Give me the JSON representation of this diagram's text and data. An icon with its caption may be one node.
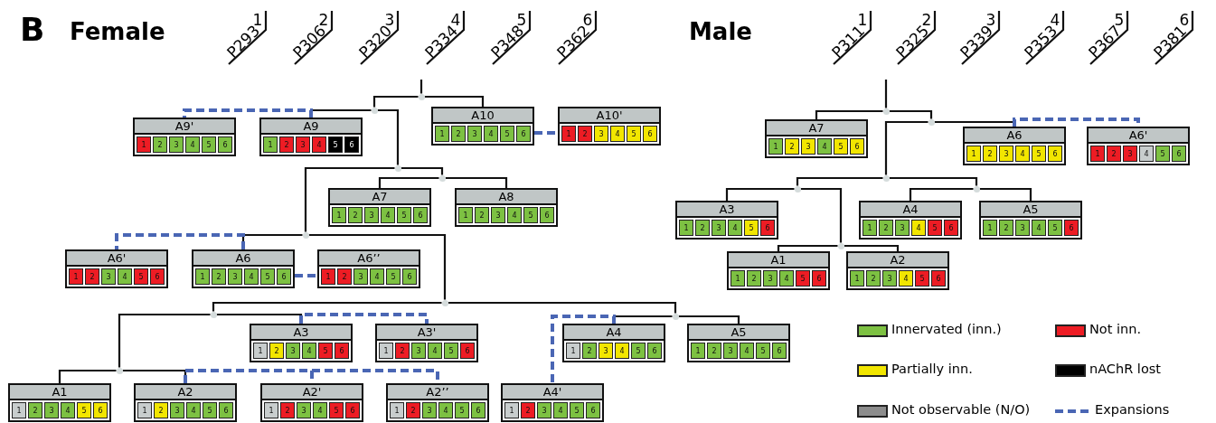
{
  "diagram": {
    "nodes": [
      {
        "text": [],
        "shape": "circle"
      },
      {
        "text": [],
        "shape": "circle"
      },
      {
        "text": [
          "A9'"
        ]
      },
      {
        "text": [
          "1"
        ],
        "in": 2
      },
      {
        "text": [
          "2"
        ],
        "in": 2
      },
      {
        "text": [
          "3"
        ],
        "in": 2
      },
      {
        "text": [
          "4"
        ],
        "in": 2
      },
      {
        "text": [
          "5"
        ],
        "in": 2
      },
      {
        "text": [
          "6"
        ],
        "in": 2
      },
      {
        "text": [
          "A9"
        ]
      },
      {
        "text": [
          "1"
        ],
        "in": 9
      },
      {
        "text": [
          "2"
        ],
        "in": 9
      },
      {
        "text": [
          "3"
        ],
        "in": 9
      },
      {
        "text": [
          "4"
        ],
        "in": 9
      },
      {
        "text": [
          "5"
        ],
        "in": 9
      },
      {
        "text": [
          "6"
        ],
        "in": 9
      },
      {
        "text": [
          "A10"
        ]
      },
      {
        "text": [
          "1"
        ],
        "in": 16
      },
      {
        "text": [
          "2"
        ],
        "in": 16
      },
      {
        "text": [
          "3"
        ],
        "in": 16
      },
      {
        "text": [
          "4"
        ],
        "in": 16
      },
      {
        "text": [
          "5"
        ],
        "in": 16
      },
      {
        "text": [
          "6"
        ],
        "in": 16
      },
      {
        "text": [
          "A10'"
        ]
      },
      {
        "text": [
          "1"
        ],
        "in": 23
      },
      {
        "text": [
          "2"
        ],
        "in": 23
      },
      {
        "text": [
          "3"
        ],
        "in": 23
      },
      {
        "text": [
          "4"
        ],
        "in": 23
      },
      {
        "text": [
          "5"
        ],
        "in": 23
      },
      {
        "text": [
          "6"
        ],
        "in": 23
      },
      {
        "text": [],
        "shape": "circle"
      },
      {
        "text": [],
        "shape": "circle"
      },
      {
        "text": [
          "A7"
        ]
      },
      {
        "text": [
          "1"
        ],
        "in": 32
      },
      {
        "text": [
          "2"
        ],
        "in": 32
      },
      {
        "text": [
          "3"
        ],
        "in": 32
      },
      {
        "text": [
          "4"
        ],
        "in": 32
      },
      {
        "text": [
          "5"
        ],
        "in": 32
      },
      {
        "text": [
          "6"
        ],
        "in": 32
      },
      {
        "text": [
          "A8"
        ]
      },
      {
        "text": [
          "1"
        ],
        "in": 39
      },
      {
        "text": [
          "2"
        ],
        "in": 39
      },
      {
        "text": [
          "3"
        ],
        "in": 39
      },
      {
        "text": [
          "4"
        ],
        "in": 39
      },
      {
        "text": [
          "5"
        ],
        "in": 39
      },
      {
        "text": [
          "6"
        ],
        "in": 39
      },
      {
        "text": [],
        "shape": "circle"
      },
      {
        "text": [
          "A6'"
        ]
      },
      {
        "text": [
          "1"
        ],
        "in": 47
      },
      {
        "text": [
          "2"
        ],
        "in": 47
      },
      {
        "text": [
          "3"
        ],
        "in": 47
      },
      {
        "text": [
          "4"
        ],
        "in": 47
      },
      {
        "text": [
          "5"
        ],
        "in": 47
      },
      {
        "text": [
          "6"
        ],
        "in": 47
      },
      {
        "text": [
          "A6"
        ]
      },
      {
        "text": [
          "1"
        ],
        "in": 54
      },
      {
        "text": [
          "2"
        ],
        "in": 54
      },
      {
        "text": [
          "3"
        ],
        "in": 54
      },
      {
        "text": [
          "4"
        ],
        "in": 54
      },
      {
        "text": [
          "5"
        ],
        "in": 54
      },
      {
        "text": [
          "6"
        ],
        "in": 54
      },
      {
        "text": [
          "A6’’"
        ]
      },
      {
        "text": [
          "1"
        ],
        "in": 61
      },
      {
        "text": [
          "2"
        ],
        "in": 61
      },
      {
        "text": [
          "3"
        ],
        "in": 61
      },
      {
        "text": [
          "4"
        ],
        "in": 61
      },
      {
        "text": [
          "5"
        ],
        "in": 61
      },
      {
        "text": [
          "6"
        ],
        "in": 61
      },
      {
        "text": [],
        "shape": "circle"
      },
      {
        "text": [],
        "shape": "circle"
      },
      {
        "text": [],
        "shape": "circle"
      },
      {
        "text": [
          "A3"
        ]
      },
      {
        "text": [
          "1"
        ],
        "in": 71
      },
      {
        "text": [
          "2"
        ],
        "in": 71
      },
      {
        "text": [
          "3"
        ],
        "in": 71
      },
      {
        "text": [
          "4"
        ],
        "in": 71
      },
      {
        "text": [
          "5"
        ],
        "in": 71
      },
      {
        "text": [
          "6"
        ],
        "in": 71
      },
      {
        "text": [
          "A3'"
        ]
      },
      {
        "text": [
          "1"
        ],
        "in": 78
      },
      {
        "text": [
          "2"
        ],
        "in": 78
      },
      {
        "text": [
          "3"
        ],
        "in": 78
      },
      {
        "text": [
          "4"
        ],
        "in": 78
      },
      {
        "text": [
          "5"
        ],
        "in": 78
      },
      {
        "text": [
          "6"
        ],
        "in": 78
      },
      {
        "text": [
          "A4"
        ]
      },
      {
        "text": [
          "1"
        ],
        "in": 85
      },
      {
        "text": [
          "2"
        ],
        "in": 85
      },
      {
        "text": [
          "3"
        ],
        "in": 85
      },
      {
        "text": [
          "4"
        ],
        "in": 85
      },
      {
        "text": [
          "5"
        ],
        "in": 85
      },
      {
        "text": [
          "6"
        ],
        "in": 85
      },
      {
        "text": [
          "A5"
        ]
      },
      {
        "text": [
          "1"
        ],
        "in": 92
      },
      {
        "text": [
          "2"
        ],
        "in": 92
      },
      {
        "text": [
          "3"
        ],
        "in": 92
      },
      {
        "text": [
          "4"
        ],
        "in": 92
      },
      {
        "text": [
          "5"
        ],
        "in": 92
      },
      {
        "text": [
          "6"
        ],
        "in": 92
      },
      {
        "text": [],
        "shape": "circle"
      },
      {
        "text": [
          "A1"
        ]
      },
      {
        "text": [
          "1"
        ],
        "in": 100
      },
      {
        "text": [
          "2"
        ],
        "in": 100
      },
      {
        "text": [
          "3"
        ],
        "in": 100
      },
      {
        "text": [
          "4"
        ],
        "in": 100
      },
      {
        "text": [
          "5"
        ],
        "in": 100
      },
      {
        "text": [
          "6"
        ],
        "in": 100
      },
      {
        "text": [
          "A2"
        ]
      },
      {
        "text": [
          "1"
        ],
        "in": 107
      },
      {
        "text": [
          "2"
        ],
        "in": 107
      },
      {
        "text": [
          "3"
        ],
        "in": 107
      },
      {
        "text": [
          "4"
        ],
        "in": 107
      },
      {
        "text": [
          "5"
        ],
        "in": 107
      },
      {
        "text": [
          "6"
        ],
        "in": 107
      },
      {
        "text": [
          "A2'"
        ]
      },
      {
        "text": [
          "1"
        ],
        "in": 114
      },
      {
        "text": [
          "2"
        ],
        "in": 114
      },
      {
        "text": [
          "3"
        ],
        "in": 114
      },
      {
        "text": [
          "4"
        ],
        "in": 114
      },
      {
        "text": [
          "5"
        ],
        "in": 114
      },
      {
        "text": [
          "6"
        ],
        "in": 114
      },
      {
        "text": [
          "A2’’"
        ]
      },
      {
        "text": [
          "1"
        ],
        "in": 121
      },
      {
        "text": [
          "2"
        ],
        "in": 121
      },
      {
        "text": [
          "3"
        ],
        "in": 121
      },
      {
        "text": [
          "4"
        ],
        "in": 121
      },
      {
        "text": [
          "5"
        ],
        "in": 121
      },
      {
        "text": [
          "6"
        ],
        "in": 121
      },
      {
        "text": [
          "A4'"
        ]
      },
      {
        "text": [
          "1"
        ],
        "in": 128
      },
      {
        "text": [
          "2"
        ],
        "in": 128
      },
      {
        "text": [
          "3"
        ],
        "in": 128
      },
      {
        "text": [
          "4"
        ],
        "in": 128
      },
      {
        "text": [
          "5"
        ],
        "in": 128
      },
      {
        "text": [
          "6"
        ],
        "in": 128
      },
      {
        "text": [],
        "shape": "circle"
      },
      {
        "text": [],
        "shape": "circle"
      },
      {
        "text": [
          "A7"
        ]
      },
      {
        "text": [
          "1"
        ],
        "in": 137
      },
      {
        "text": [
          "2"
        ],
        "in": 137
      },
      {
        "text": [
          "3"
        ],
        "in": 137
      },
      {
        "text": [
          "4"
        ],
        "in": 137
      },
      {
        "text": [
          "5"
        ],
        "in": 137
      },
      {
        "text": [
          "6"
        ],
        "in": 137
      },
      {
        "text": [
          "A6"
        ]
      },
      {
        "text": [
          "1"
        ],
        "in": 144
      },
      {
        "text": [
          "2"
        ],
        "in": 144
      },
      {
        "text": [
          "3"
        ],
        "in": 144
      },
      {
        "text": [
          "4"
        ],
        "in": 144
      },
      {
        "text": [
          "5"
        ],
        "in": 144
      },
      {
        "text": [
          "6"
        ],
        "in": 144
      },
      {
        "text": [
          "A6'"
        ]
      },
      {
        "text": [
          "1"
        ],
        "in": 151
      },
      {
        "text": [
          "2"
        ],
        "in": 151
      },
      {
        "text": [
          "3"
        ],
        "in": 151
      },
      {
        "text": [
          "4"
        ],
        "in": 151
      },
      {
        "text": [
          "5"
        ],
        "in": 151
      },
      {
        "text": [
          "6"
        ],
        "in": 151
      },
      {
        "text": [],
        "shape": "circle"
      },
      {
        "text": [],
        "shape": "circle"
      },
      {
        "text": [],
        "shape": "circle"
      },
      {
        "text": [
          "A3"
        ]
      },
      {
        "text": [
          "1"
        ],
        "in": 161
      },
      {
        "text": [
          "2"
        ],
        "in": 161
      },
      {
        "text": [
          "3"
        ],
        "in": 161
      },
      {
        "text": [
          "4"
        ],
        "in": 161
      },
      {
        "text": [
          "5"
        ],
        "in": 161
      },
      {
        "text": [
          "6"
        ],
        "in": 161
      },
      {
        "text": [
          "A4"
        ]
      },
      {
        "text": [
          "1"
        ],
        "in": 168
      },
      {
        "text": [
          "2"
        ],
        "in": 168
      },
      {
        "text": [
          "3"
        ],
        "in": 168
      },
      {
        "text": [
          "4"
        ],
        "in": 168
      },
      {
        "text": [
          "5"
        ],
        "in": 168
      },
      {
        "text": [
          "6"
        ],
        "in": 168
      },
      {
        "text": [
          "A5"
        ]
      },
      {
        "text": [
          "1"
        ],
        "in": 175
      },
      {
        "text": [
          "2"
        ],
        "in": 175
      },
      {
        "text": [
          "3"
        ],
        "in": 175
      },
      {
        "text": [
          "4"
        ],
        "in": 175
      },
      {
        "text": [
          "5"
        ],
        "in": 175
      },
      {
        "text": [
          "6"
        ],
        "in": 175
      },
      {
        "text": [],
        "shape": "circle"
      },
      {
        "text": [
          "A1"
        ]
      },
      {
        "text": [
          "1"
        ],
        "in": 183
      },
      {
        "text": [
          "2"
        ],
        "in": 183
      },
      {
        "text": [
          "3"
        ],
        "in": 183
      },
      {
        "text": [
          "4"
        ],
        "in": 183
      },
      {
        "text": [
          "5"
        ],
        "in": 183
      },
      {
        "text": [
          "6"
        ],
        "in": 183
      },
      {
        "text": [
          "A2"
        ]
      },
      {
        "text": [
          "1"
        ],
        "in": 190
      },
      {
        "text": [
          "2"
        ],
        "in": 190
      },
      {
        "text": [
          "3"
        ],
        "in": 190
      },
      {
        "text": [
          "4"
        ],
        "in": 190
      },
      {
        "text": [
          "5"
        ],
        "in": 190
      },
      {
        "text": [
          "6"
        ],
        "in": 190
      }
    ],
    "edges": [
      {
        "from": null,
        "to": 0,
        "arrow": "none"
      },
      {
        "from": 0,
        "to": 1,
        "arrow": "none"
      },
      {
        "from": 0,
        "to": 16,
        "arrow": "none"
      },
      {
        "from": 1,
        "to": 9,
        "arrow": "none"
      },
      {
        "from": 1,
        "to": 30,
        "arrow": "none"
      },
      {
        "from": 9,
        "to": 2,
        "arrow": "none",
        "style": "dashed",
        "color": "#4a66b4"
      },
      {
        "from": 16,
        "to": 23,
        "arrow": "none",
        "style": "dashed",
        "color": "#4a66b4"
      },
      {
        "from": 30,
        "to": 46,
        "arrow": "none"
      },
      {
        "from": 30,
        "to": 31,
        "arrow": "none"
      },
      {
        "from": 31,
        "to": 32,
        "arrow": "none"
      },
      {
        "from": 31,
        "to": 39,
        "arrow": "none"
      },
      {
        "from": 46,
        "to": 54,
        "arrow": "none"
      },
      {
        "from": 46,
        "to": 68,
        "arrow": "none"
      },
      {
        "from": 54,
        "to": 47,
        "arrow": "none",
        "style": "dashed",
        "color": "#4a66b4"
      },
      {
        "from": 54,
        "to": 61,
        "arrow": "none",
        "style": "dashed",
        "color": "#4a66b4"
      },
      {
        "from": 68,
        "to": 69,
        "arrow": "none"
      },
      {
        "from": 68,
        "to": 70,
        "arrow": "none"
      },
      {
        "from": 69,
        "to": 99,
        "arrow": "none"
      },
      {
        "from": 69,
        "to": 71,
        "arrow": "none"
      },
      {
        "from": 70,
        "to": 85,
        "arrow": "none"
      },
      {
        "from": 70,
        "to": 92,
        "arrow": "none"
      },
      {
        "from": 71,
        "to": 78,
        "arrow": "none",
        "style": "dashed",
        "color": "#4a66b4"
      },
      {
        "from": 85,
        "to": 128,
        "arrow": "none",
        "style": "dashed",
        "color": "#4a66b4"
      },
      {
        "from": 99,
        "to": 100,
        "arrow": "none"
      },
      {
        "from": 99,
        "to": 107,
        "arrow": "none"
      },
      {
        "from": 107,
        "to": 114,
        "arrow": "none",
        "style": "dashed",
        "color": "#4a66b4"
      },
      {
        "from": 107,
        "to": 121,
        "arrow": "none",
        "style": "dashed",
        "color": "#4a66b4"
      },
      {
        "from": null,
        "to": 135,
        "arrow": "none"
      },
      {
        "from": 135,
        "to": 137,
        "arrow": "none"
      },
      {
        "from": 135,
        "to": 136,
        "arrow": "none"
      },
      {
        "from": 136,
        "to": 144,
        "arrow": "none"
      },
      {
        "from": 136,
        "to": 158,
        "arrow": "none"
      },
      {
        "from": 144,
        "to": 151,
        "arrow": "none",
        "style": "dashed",
        "color": "#4a66b4"
      },
      {
        "from": 158,
        "to": 159,
        "arrow": "none"
      },
      {
        "from": 158,
        "to": 160,
        "arrow": "none"
      },
      {
        "from": 159,
        "to": 161,
        "arrow": "none"
      },
      {
        "from": 159,
        "to": 182,
        "arrow": "none"
      },
      {
        "from": 160,
        "to": 168,
        "arrow": "none"
      },
      {
        "from": 160,
        "to": 175,
        "arrow": "none"
      },
      {
        "from": 182,
        "to": 183,
        "arrow": "none"
      },
      {
        "from": 182,
        "to": 190,
        "arrow": "none"
      }
    ],
    "labels": [
      "B",
      "Female",
      "P293",
      "1",
      "P306",
      "2",
      "P320",
      "3",
      "P334",
      "4",
      "P348",
      "5",
      "P362",
      "6",
      "Male",
      "P311",
      "1",
      "P325",
      "2",
      "P339",
      "3",
      "P353",
      "4",
      "P367",
      "5",
      "P381",
      "6"
    ],
    "legend": [
      {
        "text": "Innervated (inn.)",
        "color": "#7dc142"
      },
      {
        "text": "Not inn.",
        "color": "#ed1c24"
      },
      {
        "text": "Partially inn.",
        "color": "#f2e600"
      },
      {
        "text": "nAChR lost",
        "color": "#000000"
      },
      {
        "text": "Not observable (N/O)",
        "color": "#8c8c8c"
      },
      {
        "text": "Expansions"
      }
    ]
  }
}
